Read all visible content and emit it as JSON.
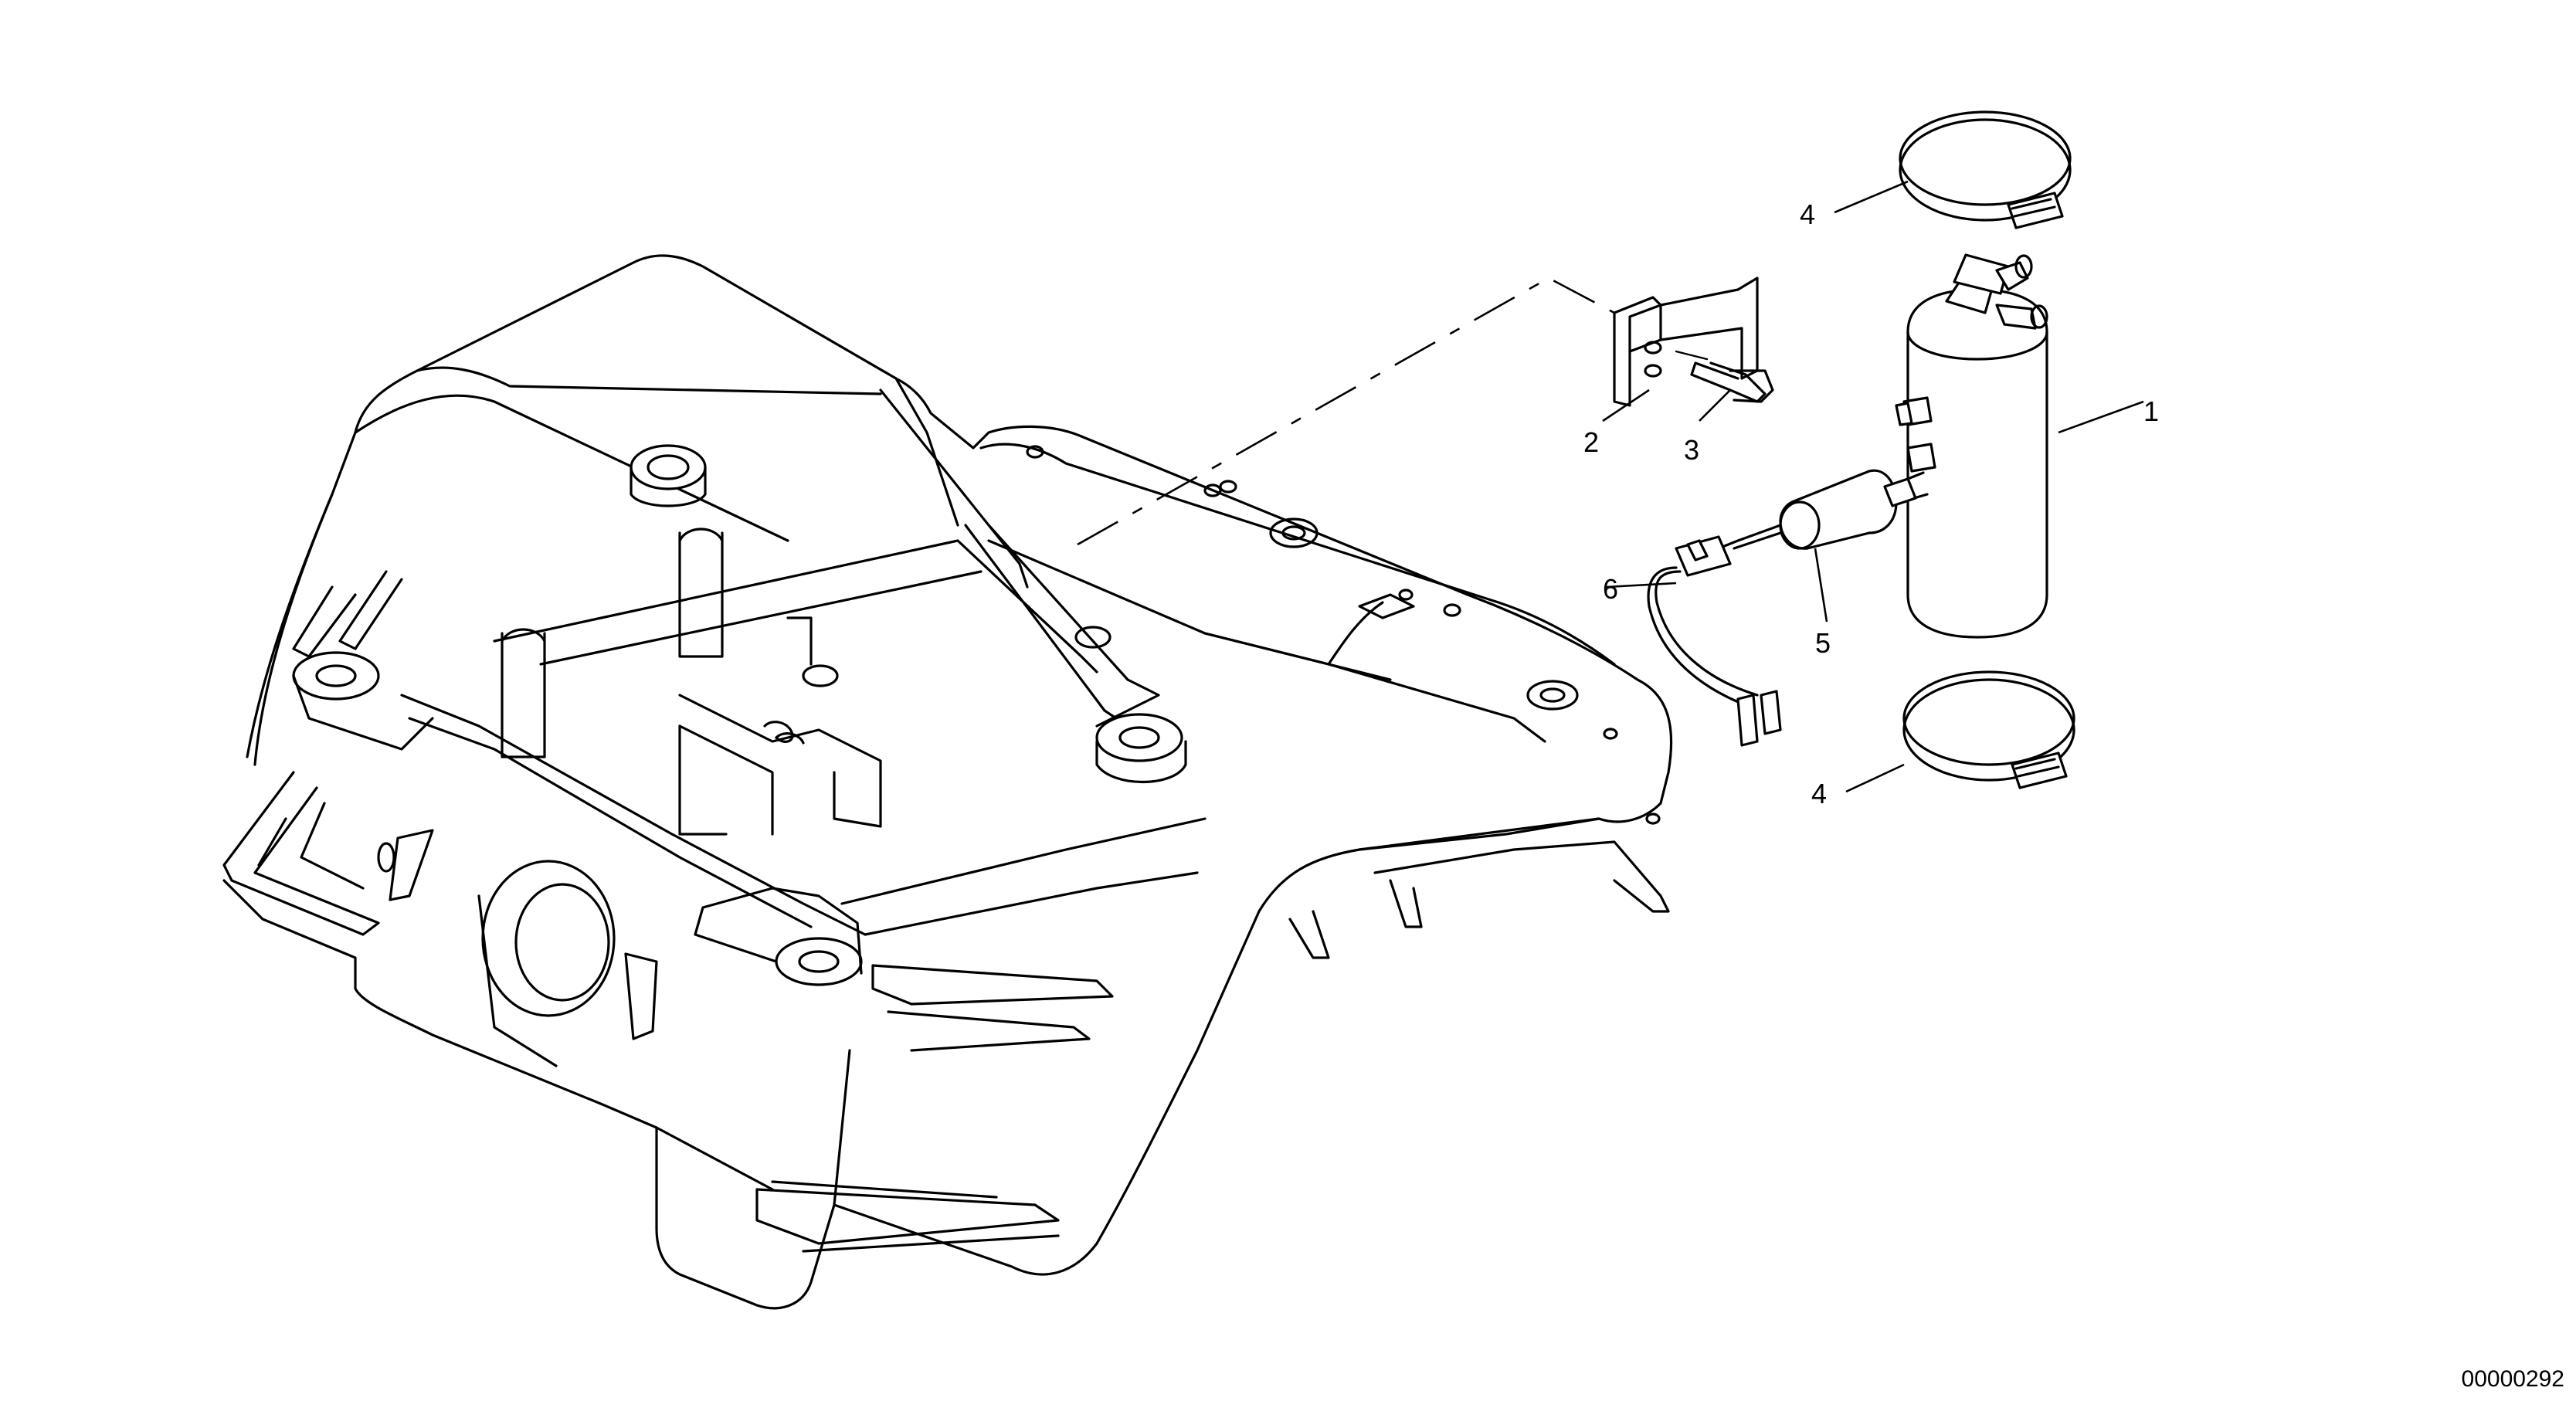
{
  "diagram": {
    "callouts": [
      {
        "id": "callout-1",
        "label": "1"
      },
      {
        "id": "callout-2",
        "label": "2"
      },
      {
        "id": "callout-3",
        "label": "3"
      },
      {
        "id": "callout-4-top",
        "label": "4"
      },
      {
        "id": "callout-4-bottom",
        "label": "4"
      },
      {
        "id": "callout-5",
        "label": "5"
      },
      {
        "id": "callout-6",
        "label": "6"
      }
    ],
    "document_number": "00000292"
  }
}
